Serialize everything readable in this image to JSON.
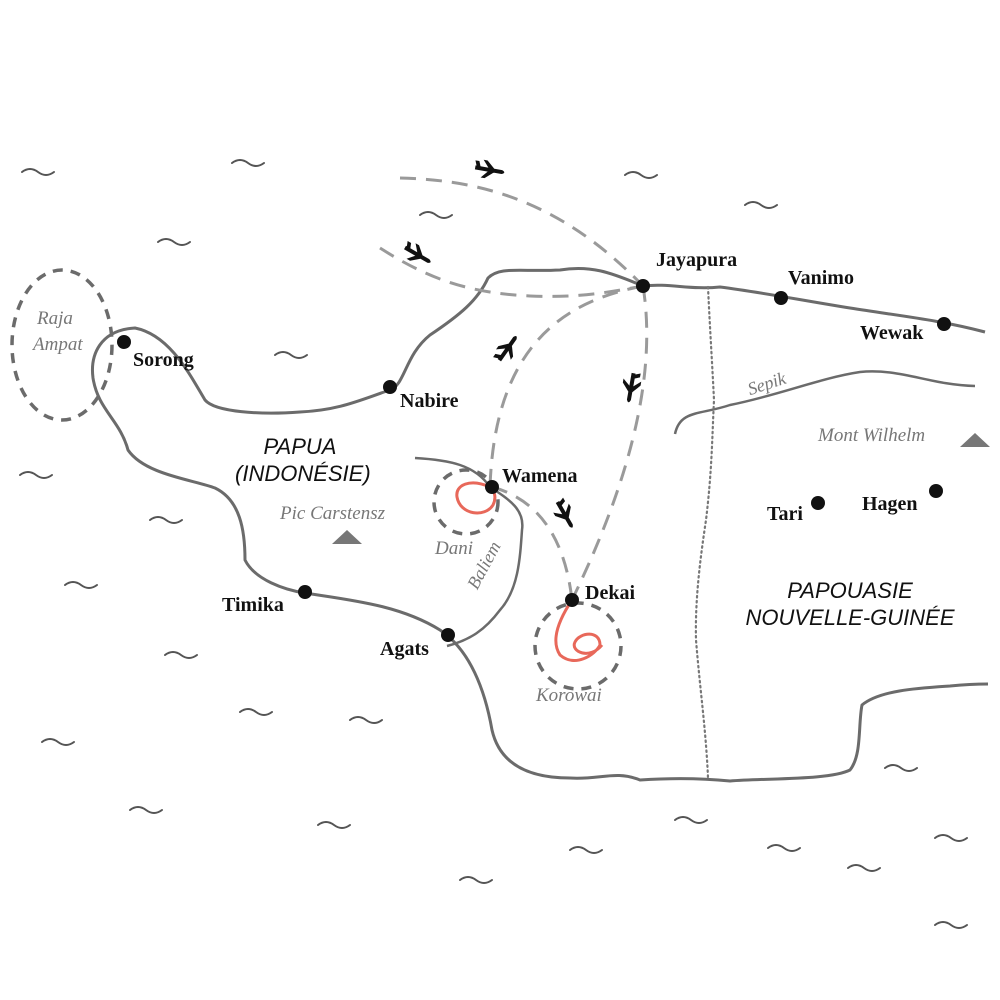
{
  "cities": [
    {
      "name": "Jayapura"
    },
    {
      "name": "Vanimo"
    },
    {
      "name": "Wewak"
    },
    {
      "name": "Sorong"
    },
    {
      "name": "Nabire"
    },
    {
      "name": "Wamena"
    },
    {
      "name": "Dekai"
    },
    {
      "name": "Timika"
    },
    {
      "name": "Agats"
    },
    {
      "name": "Tari"
    },
    {
      "name": "Hagen"
    }
  ],
  "regions": {
    "papua_line1": "PAPUA",
    "papua_line2": "(INDONÉSIE)",
    "png_line1": "PAPOUASIE",
    "png_line2": "NOUVELLE-GUINÉE"
  },
  "features": {
    "raja_line1": "Raja",
    "raja_line2": "Ampat",
    "dani": "Dani",
    "korowai": "Korowai",
    "baliem": "Baliem",
    "sepik": "Sepik",
    "pic": "Pic Carstensz",
    "wilhelm": "Mont Wilhelm"
  },
  "colors": {
    "coast": "#6b6b6b",
    "flight": "#9a9a9a",
    "trek": "#e8685a",
    "dot": "#111111"
  }
}
